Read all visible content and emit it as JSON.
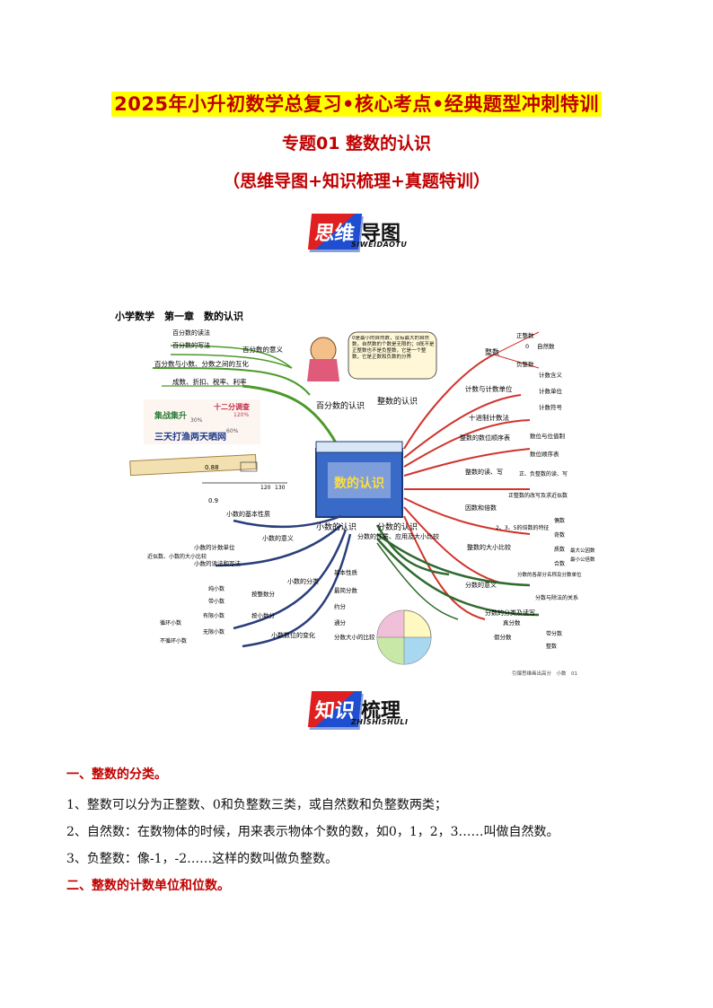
{
  "header": {
    "line1": "2025年小升初数学总复习•核心考点•经典题型冲刺特训",
    "line2": "专题01 整数的认识",
    "line3": "（思维导图+知识梳理+真题特训）"
  },
  "logo_mindmap": {
    "badge": "思维",
    "rest": "导图",
    "sub": "SIWEIDAOTU"
  },
  "logo_knowledge": {
    "badge": "知识",
    "rest": "梳理",
    "sub": "ZHISHISHULI"
  },
  "mindmap": {
    "title": "小学数学　第一章　数的认识",
    "center": "数的认识",
    "credit": "引爆思维画出高分　小数　01",
    "bubble": "0是最小的自然数，没有最大的自然数，自然数的个数是无限的；0既不是正整数也不是负整数，它是一个整数，它是正数和负数的分界",
    "poster_top": "十二分调查",
    "poster_pct1": "120%",
    "poster_pct2": "30%",
    "poster_pct3": "60%",
    "poster_left": "集战集升",
    "poster_bottom": "三天打渔两天晒网",
    "ruler_numbers": [
      "0.88",
      "0.9",
      "120",
      "130"
    ],
    "percent_branch": {
      "label": "百分数的认识",
      "items": [
        "百分数的读法",
        "百分数的写法",
        "百分数的意义",
        "百分数与小数、分数之间的互化",
        "成数、折扣、税率、利率"
      ]
    },
    "integer_branch": {
      "label": "整数的认识",
      "items": [
        "整数",
        "正整数",
        "0",
        "自然数",
        "负整数",
        "计数与计数单位",
        "计数含义",
        "计数单位",
        "计数符号",
        "十进制计数法",
        "整数的数位顺序表",
        "数位与位值制",
        "数位顺序表",
        "整数的读、写",
        "正、负整数的读、写",
        "正整数的改写及求近似数",
        "因数和倍数",
        "2、3、5的倍数的特征",
        "偶数",
        "奇数",
        "质数",
        "合数",
        "最大公因数",
        "最小公倍数",
        "整数的大小比较"
      ]
    },
    "decimal_branch": {
      "label": "小数的认识",
      "items": [
        "小数的基本性质",
        "小数的意义",
        "小数的计数单位",
        "小数的读法和写法",
        "近似数、小数的大小比较",
        "小数的分类",
        "纯小数",
        "带小数",
        "按整数分",
        "有限小数",
        "按小数分",
        "循环小数",
        "无限小数",
        "不循环小数",
        "小数数位的变化"
      ]
    },
    "fraction_branch": {
      "label": "分数的认识",
      "items": [
        "分数的性质、应用及大小比较",
        "基本性质",
        "最简分数",
        "约分",
        "通分",
        "分数大小的比较",
        "分数的意义",
        "分数的各部分名称及分数单位",
        "分数与除法的关系",
        "分数的分类及读写",
        "真分数",
        "假分数",
        "带分数",
        "整数"
      ]
    }
  },
  "knowledge": {
    "h1": "一、整数的分类。",
    "p1": "1、整数可以分为正整数、0和负整数三类，或自然数和负整数两类；",
    "p2": "2、自然数：在数物体的时候，用来表示物体个数的数，如0，1，2，3……叫做自然数。",
    "p3": "3、负整数：像-1，-2……这样的数叫做负整数。",
    "h2": "二、整数的计数单位和位数。"
  },
  "colors": {
    "title_red": "#c00000",
    "highlight": "#ffff00",
    "branch_green": "#4a9a2a",
    "branch_red": "#d0342c",
    "branch_navy": "#2a3e7a",
    "branch_darkgreen": "#2f6a2f"
  }
}
